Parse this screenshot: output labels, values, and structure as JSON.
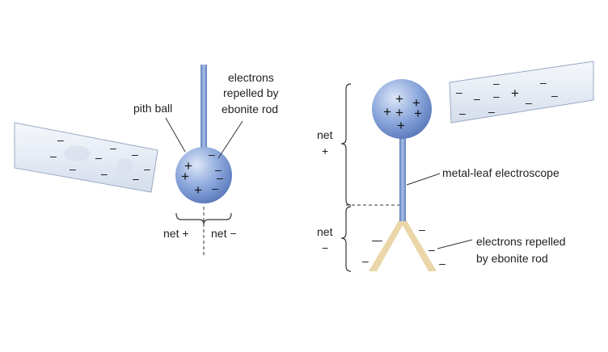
{
  "left_panel": {
    "label_pith_ball": "pith ball",
    "label_electrons_line1": "electrons",
    "label_electrons_line2": "repelled by",
    "label_electrons_line3": "ebonite rod",
    "label_net_plus": "net +",
    "label_net_minus": "net −"
  },
  "right_panel": {
    "label_net_top_word": "net",
    "label_net_top_sign": "+",
    "label_net_bottom_word": "net",
    "label_net_bottom_sign": "−",
    "label_electroscope": "metal-leaf electroscope",
    "label_electrons_line1": "electrons repelled",
    "label_electrons_line2": "by ebonite rod"
  },
  "charge_symbols": {
    "plus": "+",
    "minus": "–"
  },
  "colors": {
    "rod_fill": "#e6ecf5",
    "rod_stroke": "#8fa0bd",
    "sphere_highlight": "#dce6f7",
    "sphere_mid": "#8aa6db",
    "sphere_dark": "#5574b8",
    "stem": "#7f9dd0",
    "leaf": "#ead6a8",
    "text": "#222222"
  },
  "icons": {
    "charged_rod": "ebonite-rod",
    "sphere": "pith-ball",
    "electroscope": "metal-leaf-electroscope"
  }
}
